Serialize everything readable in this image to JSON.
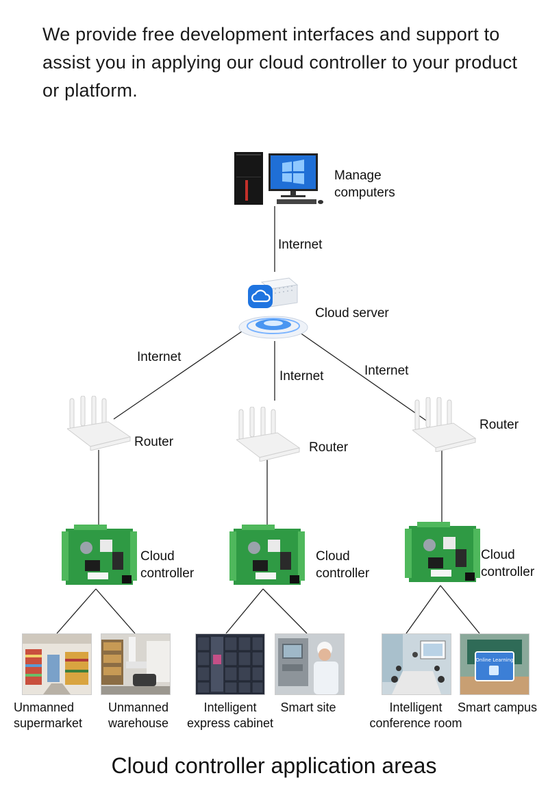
{
  "intro": "We provide free development interfaces and support to assist you in applying our cloud controller to your product or platform.",
  "computer": {
    "label": "Manage\ncomputers",
    "link": "Internet"
  },
  "cloud_server": {
    "label": "Cloud server"
  },
  "links": {
    "left": "Internet",
    "middle": "Internet",
    "right": "Internet"
  },
  "routers": [
    {
      "label": "Router"
    },
    {
      "label": "Router"
    },
    {
      "label": "Router"
    }
  ],
  "controllers": [
    {
      "label": "Cloud\ncontroller"
    },
    {
      "label": "Cloud\ncontroller"
    },
    {
      "label": "Cloud\ncontroller"
    }
  ],
  "applications": [
    {
      "label": "Unmanned\nsupermarket",
      "icon": "supermarket-photo"
    },
    {
      "label": "Unmanned\nwarehouse",
      "icon": "warehouse-photo"
    },
    {
      "label": "Intelligent\nexpress cabinet",
      "icon": "locker-photo"
    },
    {
      "label": "Smart site",
      "icon": "factory-photo"
    },
    {
      "label": "Intelligent\nconference room",
      "icon": "conference-photo"
    },
    {
      "label": "Smart campus",
      "icon": "classroom-photo",
      "screen_text": "Online Learning"
    }
  ],
  "footer": "Cloud controller application areas",
  "colors": {
    "line": "#222222",
    "pcb": "#2f9a44",
    "terminal": "#4fb85c",
    "cloud": "#1f74e0"
  }
}
